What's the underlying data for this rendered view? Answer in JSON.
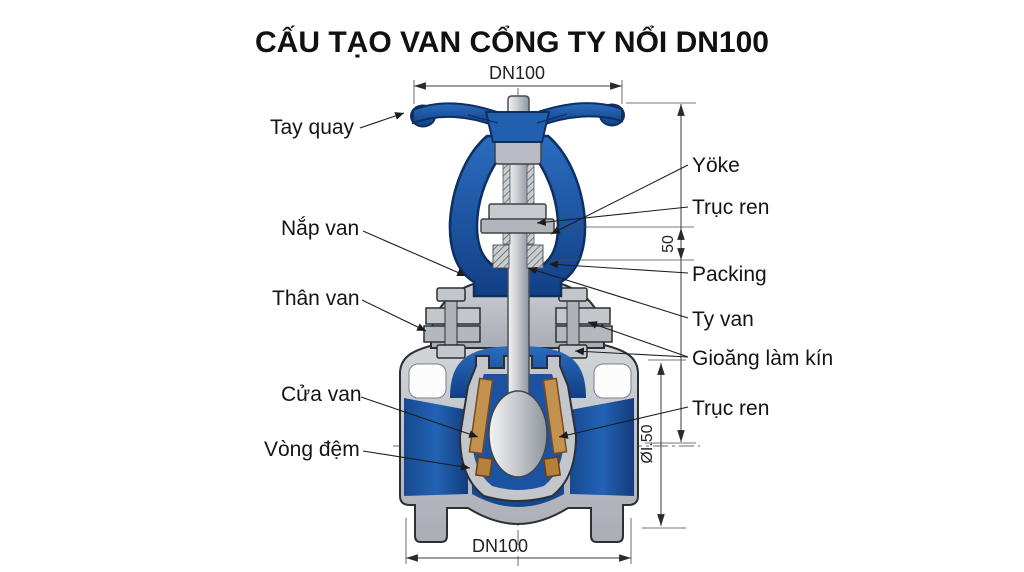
{
  "title": "CẤU TẠO VAN CỔNG TY NỔI DN100",
  "labels": {
    "left": [
      {
        "id": "tay-quay",
        "text": "Tay quay"
      },
      {
        "id": "nap-van",
        "text": "Nắp van"
      },
      {
        "id": "than-van",
        "text": "Thân van"
      },
      {
        "id": "cua-van",
        "text": "Cửa van"
      },
      {
        "id": "vong-dem",
        "text": "Vòng đệm"
      }
    ],
    "right": [
      {
        "id": "yoke",
        "text": "Yöke"
      },
      {
        "id": "truc-ren-tren",
        "text": "Trục ren"
      },
      {
        "id": "packing",
        "text": "Packing"
      },
      {
        "id": "ty-van",
        "text": "Ty van"
      },
      {
        "id": "gioang-lam-kin",
        "text": "Gioăng làm kín"
      },
      {
        "id": "truc-ren-duoi",
        "text": "Trục ren"
      }
    ]
  },
  "dimensions": {
    "top_width": "DN100",
    "bottom_width": "DN100",
    "stem_travel": "50",
    "bore": "ØI.50"
  },
  "colors": {
    "valve_blue": "#1d5aa9",
    "valve_blue_dark": "#0d2f61",
    "metal_grey": "#b9bdc3",
    "metal_grey_light": "#e2e4e7",
    "seat_tan": "#c4924f",
    "seal_tan_dark": "#b5803c",
    "outline": "#2c2f34",
    "annotation": "#1a1a1a"
  }
}
